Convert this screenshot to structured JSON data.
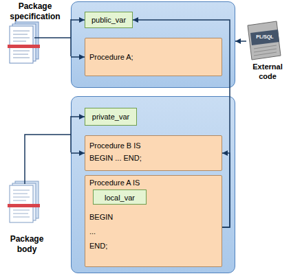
{
  "diagram": {
    "nodes": [
      {
        "text": [
          "Package specification"
        ]
      },
      {
        "text": [
          "public_var"
        ],
        "in": 0
      },
      {
        "text": [
          "Procedure A;"
        ],
        "in": 0
      },
      {
        "text": [
          "PL/SQL",
          "External code"
        ]
      },
      {
        "text": [
          "Package body"
        ]
      },
      {
        "text": [
          "private_var"
        ],
        "in": 4
      },
      {
        "text": [
          "Procedure B IS",
          "BEGIN ... END;"
        ],
        "in": 4
      },
      {
        "text": [
          "Procedure A IS",
          "BEGIN ... END;"
        ],
        "in": 4
      },
      {
        "text": [
          "local_var"
        ],
        "in": 7
      }
    ],
    "edges": [
      {
        "from": 0,
        "to": 1,
        "arrow": "to"
      },
      {
        "from": 0,
        "to": 2,
        "arrow": "to"
      },
      {
        "from": 3,
        "to": 0,
        "arrow": "to"
      },
      {
        "from": 4,
        "to": 5,
        "arrow": "to"
      },
      {
        "from": 4,
        "to": 6,
        "arrow": "to"
      },
      {
        "from": 7,
        "to": 1,
        "arrow": "to"
      },
      {
        "from": 7,
        "to": 6,
        "arrow": "to"
      }
    ]
  }
}
